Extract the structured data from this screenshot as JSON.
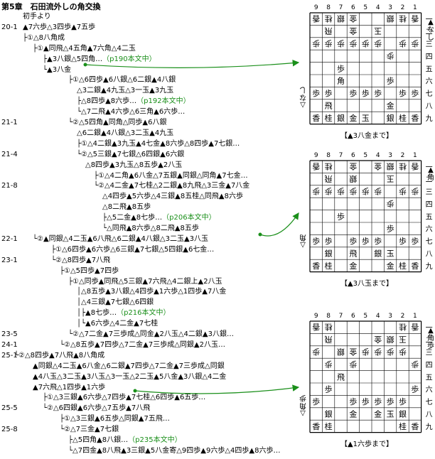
{
  "title": "第5章　石田流外しの角交換",
  "lines": [
    {
      "label": "",
      "indent": 32,
      "text": "初手より"
    },
    {
      "label": "20-1",
      "indent": 32,
      "text": "▲7六歩△3四歩▲7五歩"
    },
    {
      "label": "",
      "indent": 32,
      "text": "├①△8八角成"
    },
    {
      "label": "",
      "indent": 46,
      "text": "├①▲同飛△4五角▲7六角△4二玉"
    },
    {
      "label": "",
      "indent": 60,
      "text": "├▲3八銀△5四角…",
      "ref": "（p190本文中）"
    },
    {
      "label": "",
      "indent": 60,
      "text": "└▲3八金"
    },
    {
      "label": "",
      "indent": 96,
      "text": "├①△6四歩▲6八銀△6二銀▲4八銀"
    },
    {
      "label": "",
      "indent": 108,
      "text": "△3二銀▲4九玉△3一玉▲3九玉"
    },
    {
      "label": "",
      "indent": 108,
      "text": "├△8四歩▲8六歩…",
      "ref": "（p192本文中）"
    },
    {
      "label": "",
      "indent": 108,
      "text": "└△7二飛▲4六歩△6三角▲6六歩…"
    },
    {
      "label": "21-1",
      "indent": 96,
      "text": "└②△5四角▲同角△同歩▲6八銀"
    },
    {
      "label": "",
      "indent": 108,
      "text": "△6二銀▲4八銀△3二玉▲4九玉"
    },
    {
      "label": "",
      "indent": 108,
      "text": "├①△4二銀▲3九玉▲4七金▲8六歩△8四歩▲7七銀…"
    },
    {
      "label": "21-4",
      "indent": 108,
      "text": "└②△5三銀▲7七銀△6四銀▲6六銀"
    },
    {
      "label": "",
      "indent": 120,
      "text": "△8四歩▲3九玉△8五歩▲2八玉"
    },
    {
      "label": "",
      "indent": 132,
      "text": "├①△4二角▲6八金△7五銀▲同銀△同角▲7七金…"
    },
    {
      "label": "21-8",
      "indent": 132,
      "text": "└②△4二金▲7七桂△2二銀▲8九飛△3三金▲7八金"
    },
    {
      "label": "",
      "indent": 144,
      "text": "△4四歩▲5六歩△4三銀▲8五桂△同飛▲8六歩"
    },
    {
      "label": "",
      "indent": 144,
      "text": "△8二飛▲8五歩"
    },
    {
      "label": "",
      "indent": 144,
      "text": "├△5二金▲8七歩…",
      "ref": "（p206本文中）"
    },
    {
      "label": "",
      "indent": 144,
      "text": "└△同飛▲8六歩△8二飛▲8五歩"
    },
    {
      "label": "22-1",
      "indent": 46,
      "text": "└②▲同銀△4二玉▲6八飛△6二銀▲4八銀△3二玉▲3八玉"
    },
    {
      "label": "",
      "indent": 72,
      "text": "├①△6四歩▲6六歩△6三銀▲7七銀△5四銀▲6七金…"
    },
    {
      "label": "23-1",
      "indent": 72,
      "text": "└②△8四歩▲7八飛"
    },
    {
      "label": "",
      "indent": 84,
      "text": "├①△5四歩▲7四歩"
    },
    {
      "label": "",
      "indent": 96,
      "text": "├①△同歩▲同飛△5三銀▲7六飛△4二銀上▲2八玉"
    },
    {
      "label": "",
      "indent": 108,
      "text": "│△8五歩▲3八銀△4四歩▲1六歩△1四歩▲7八金"
    },
    {
      "label": "",
      "indent": 108,
      "text": "│△4三銀▲7七銀△6四銀"
    },
    {
      "label": "",
      "indent": 108,
      "text": "│├▲8七歩…",
      "ref": "（p216本文中）"
    },
    {
      "label": "",
      "indent": 108,
      "text": "│└▲6六歩△4二金▲7七桂"
    },
    {
      "label": "23-5",
      "indent": 96,
      "text": "└②△7二金▲7三歩成△同金▲2八玉△4二銀▲3八銀…"
    },
    {
      "label": "24-1",
      "indent": 84,
      "text": "└②△8五歩▲7四歩△7二金▲7三歩成△同銀▲2八玉…"
    },
    {
      "label": "25-1",
      "indent": 20,
      "text": "└②△8四歩▲7八飛▲8八角成"
    },
    {
      "label": "",
      "indent": 46,
      "text": "▲同銀△4二玉▲6八金△6二銀▲7四歩△7二金▲7三歩成△同銀"
    },
    {
      "label": "",
      "indent": 46,
      "text": "▲4八玉△3二玉▲3八玉△3一玉△2二玉▲5八金▲3八銀△4二金"
    },
    {
      "label": "",
      "indent": 46,
      "text": "▲7六飛△1四歩▲1六歩"
    },
    {
      "label": "",
      "indent": 60,
      "text": "├①△3三銀▲6六歩△7四歩▲7七桂△6四歩▲6五歩…"
    },
    {
      "label": "25-5",
      "indent": 60,
      "text": "└②△6四銀▲6六歩△7五歩▲7八飛"
    },
    {
      "label": "",
      "indent": 84,
      "text": "├①△3三銀▲6五歩△同銀▲7五飛…"
    },
    {
      "label": "25-8",
      "indent": 84,
      "text": "└②△7三金▲7七銀"
    },
    {
      "label": "",
      "indent": 96,
      "text": "├△5四角▲8八銀…",
      "ref": "（p235本文中）"
    },
    {
      "label": "",
      "indent": 96,
      "text": "└△7四金▲8八飛▲3三銀▲5八金寄△9四歩▲9六歩△4四歩▲8六歩…"
    }
  ],
  "boards": [
    {
      "caption": "【▲3八金まで】",
      "files": [
        "9",
        "8",
        "7",
        "6",
        "5",
        "4",
        "3",
        "2",
        "1"
      ],
      "ranks": [
        "一",
        "二",
        "三",
        "四",
        "五",
        "六",
        "七",
        "八",
        "九"
      ],
      "black_hand": "▲なし",
      "white_hand": "△なし",
      "pieces": [
        {
          "r": 0,
          "c": 0,
          "p": "香",
          "o": "w"
        },
        {
          "r": 0,
          "c": 1,
          "p": "桂",
          "o": "w"
        },
        {
          "r": 0,
          "c": 2,
          "p": "銀",
          "o": "w"
        },
        {
          "r": 0,
          "c": 3,
          "p": "金",
          "o": "w"
        },
        {
          "r": 0,
          "c": 6,
          "p": "銀",
          "o": "w"
        },
        {
          "r": 0,
          "c": 7,
          "p": "桂",
          "o": "w"
        },
        {
          "r": 0,
          "c": 8,
          "p": "香",
          "o": "w"
        },
        {
          "r": 1,
          "c": 1,
          "p": "飛",
          "o": "w"
        },
        {
          "r": 1,
          "c": 5,
          "p": "玉",
          "o": "w"
        },
        {
          "r": 1,
          "c": 3,
          "p": "金",
          "o": "w"
        },
        {
          "r": 2,
          "c": 0,
          "p": "歩",
          "o": "w"
        },
        {
          "r": 2,
          "c": 1,
          "p": "歩",
          "o": "w"
        },
        {
          "r": 2,
          "c": 2,
          "p": "歩",
          "o": "w"
        },
        {
          "r": 2,
          "c": 3,
          "p": "歩",
          "o": "w"
        },
        {
          "r": 2,
          "c": 4,
          "p": "歩",
          "o": "w"
        },
        {
          "r": 2,
          "c": 5,
          "p": "歩",
          "o": "w"
        },
        {
          "r": 2,
          "c": 7,
          "p": "歩",
          "o": "w"
        },
        {
          "r": 2,
          "c": 8,
          "p": "歩",
          "o": "w"
        },
        {
          "r": 3,
          "c": 6,
          "p": "歩",
          "o": "w"
        },
        {
          "r": 4,
          "c": 2,
          "p": "歩",
          "o": "b"
        },
        {
          "r": 5,
          "c": 2,
          "p": "角",
          "o": "b"
        },
        {
          "r": 5,
          "c": 6,
          "p": "歩",
          "o": "b"
        },
        {
          "r": 6,
          "c": 0,
          "p": "歩",
          "o": "b"
        },
        {
          "r": 6,
          "c": 1,
          "p": "歩",
          "o": "b"
        },
        {
          "r": 6,
          "c": 3,
          "p": "歩",
          "o": "b"
        },
        {
          "r": 6,
          "c": 4,
          "p": "歩",
          "o": "b"
        },
        {
          "r": 6,
          "c": 5,
          "p": "歩",
          "o": "b"
        },
        {
          "r": 6,
          "c": 7,
          "p": "歩",
          "o": "b"
        },
        {
          "r": 6,
          "c": 8,
          "p": "歩",
          "o": "b"
        },
        {
          "r": 7,
          "c": 1,
          "p": "飛",
          "o": "b"
        },
        {
          "r": 7,
          "c": 6,
          "p": "金",
          "o": "b"
        },
        {
          "r": 8,
          "c": 0,
          "p": "香",
          "o": "b"
        },
        {
          "r": 8,
          "c": 1,
          "p": "桂",
          "o": "b"
        },
        {
          "r": 8,
          "c": 2,
          "p": "銀",
          "o": "b"
        },
        {
          "r": 8,
          "c": 3,
          "p": "金",
          "o": "b"
        },
        {
          "r": 8,
          "c": 4,
          "p": "玉",
          "o": "b"
        },
        {
          "r": 8,
          "c": 6,
          "p": "銀",
          "o": "b"
        },
        {
          "r": 8,
          "c": 7,
          "p": "桂",
          "o": "b"
        },
        {
          "r": 8,
          "c": 8,
          "p": "香",
          "o": "b"
        }
      ]
    },
    {
      "caption": "【▲3八玉まで】",
      "files": [
        "9",
        "8",
        "7",
        "6",
        "5",
        "4",
        "3",
        "2",
        "1"
      ],
      "ranks": [
        "一",
        "二",
        "三",
        "四",
        "五",
        "六",
        "七",
        "八",
        "九"
      ],
      "black_hand": "▲角",
      "white_hand": "△角",
      "pieces": [
        {
          "r": 0,
          "c": 0,
          "p": "香",
          "o": "w"
        },
        {
          "r": 0,
          "c": 1,
          "p": "桂",
          "o": "w"
        },
        {
          "r": 0,
          "c": 3,
          "p": "金",
          "o": "w"
        },
        {
          "r": 0,
          "c": 5,
          "p": "金",
          "o": "w"
        },
        {
          "r": 0,
          "c": 6,
          "p": "銀",
          "o": "w"
        },
        {
          "r": 0,
          "c": 7,
          "p": "桂",
          "o": "w"
        },
        {
          "r": 0,
          "c": 8,
          "p": "香",
          "o": "w"
        },
        {
          "r": 1,
          "c": 1,
          "p": "飛",
          "o": "w"
        },
        {
          "r": 1,
          "c": 3,
          "p": "銀",
          "o": "w"
        },
        {
          "r": 1,
          "c": 6,
          "p": "玉",
          "o": "w"
        },
        {
          "r": 2,
          "c": 0,
          "p": "歩",
          "o": "w"
        },
        {
          "r": 2,
          "c": 1,
          "p": "歩",
          "o": "w"
        },
        {
          "r": 2,
          "c": 2,
          "p": "歩",
          "o": "w"
        },
        {
          "r": 2,
          "c": 3,
          "p": "歩",
          "o": "w"
        },
        {
          "r": 2,
          "c": 4,
          "p": "歩",
          "o": "w"
        },
        {
          "r": 2,
          "c": 5,
          "p": "歩",
          "o": "w"
        },
        {
          "r": 2,
          "c": 7,
          "p": "歩",
          "o": "w"
        },
        {
          "r": 2,
          "c": 8,
          "p": "歩",
          "o": "w"
        },
        {
          "r": 3,
          "c": 6,
          "p": "歩",
          "o": "w"
        },
        {
          "r": 4,
          "c": 2,
          "p": "歩",
          "o": "b"
        },
        {
          "r": 5,
          "c": 6,
          "p": "歩",
          "o": "b"
        },
        {
          "r": 6,
          "c": 0,
          "p": "歩",
          "o": "b"
        },
        {
          "r": 6,
          "c": 1,
          "p": "歩",
          "o": "b"
        },
        {
          "r": 6,
          "c": 3,
          "p": "歩",
          "o": "b"
        },
        {
          "r": 6,
          "c": 4,
          "p": "歩",
          "o": "b"
        },
        {
          "r": 6,
          "c": 5,
          "p": "歩",
          "o": "b"
        },
        {
          "r": 6,
          "c": 7,
          "p": "歩",
          "o": "b"
        },
        {
          "r": 6,
          "c": 8,
          "p": "歩",
          "o": "b"
        },
        {
          "r": 7,
          "c": 1,
          "p": "銀",
          "o": "b"
        },
        {
          "r": 7,
          "c": 3,
          "p": "飛",
          "o": "b"
        },
        {
          "r": 7,
          "c": 6,
          "p": "玉",
          "o": "b"
        },
        {
          "r": 7,
          "c": 5,
          "p": "銀",
          "o": "b"
        },
        {
          "r": 8,
          "c": 0,
          "p": "香",
          "o": "b"
        },
        {
          "r": 8,
          "c": 1,
          "p": "桂",
          "o": "b"
        },
        {
          "r": 8,
          "c": 3,
          "p": "金",
          "o": "b"
        },
        {
          "r": 8,
          "c": 6,
          "p": "金",
          "o": "b"
        },
        {
          "r": 8,
          "c": 7,
          "p": "桂",
          "o": "b"
        },
        {
          "r": 8,
          "c": 8,
          "p": "香",
          "o": "b"
        }
      ]
    },
    {
      "caption": "【▲1六歩まで】",
      "files": [
        "9",
        "8",
        "7",
        "6",
        "5",
        "4",
        "3",
        "2",
        "1"
      ],
      "ranks": [
        "一",
        "二",
        "三",
        "四",
        "五",
        "六",
        "七",
        "八",
        "九"
      ],
      "black_hand": "▲角歩",
      "white_hand": "△角歩",
      "pieces": [
        {
          "r": 0,
          "c": 0,
          "p": "香",
          "o": "w"
        },
        {
          "r": 0,
          "c": 1,
          "p": "桂",
          "o": "w"
        },
        {
          "r": 0,
          "c": 7,
          "p": "桂",
          "o": "w"
        },
        {
          "r": 0,
          "c": 8,
          "p": "香",
          "o": "w"
        },
        {
          "r": 1,
          "c": 1,
          "p": "飛",
          "o": "w"
        },
        {
          "r": 1,
          "c": 5,
          "p": "金",
          "o": "w"
        },
        {
          "r": 1,
          "c": 6,
          "p": "銀",
          "o": "w"
        },
        {
          "r": 1,
          "c": 7,
          "p": "玉",
          "o": "w"
        },
        {
          "r": 2,
          "c": 0,
          "p": "歩",
          "o": "w"
        },
        {
          "r": 2,
          "c": 2,
          "p": "銀",
          "o": "w"
        },
        {
          "r": 2,
          "c": 3,
          "p": "金",
          "o": "w"
        },
        {
          "r": 2,
          "c": 4,
          "p": "歩",
          "o": "w"
        },
        {
          "r": 2,
          "c": 5,
          "p": "歩",
          "o": "w"
        },
        {
          "r": 2,
          "c": 6,
          "p": "歩",
          "o": "w"
        },
        {
          "r": 2,
          "c": 7,
          "p": "歩",
          "o": "w"
        },
        {
          "r": 3,
          "c": 1,
          "p": "歩",
          "o": "w"
        },
        {
          "r": 3,
          "c": 3,
          "p": "歩",
          "o": "w"
        },
        {
          "r": 3,
          "c": 8,
          "p": "歩",
          "o": "w"
        },
        {
          "r": 4,
          "c": 2,
          "p": "飛",
          "o": "b"
        },
        {
          "r": 5,
          "c": 1,
          "p": "歩",
          "o": "b"
        },
        {
          "r": 5,
          "c": 8,
          "p": "歩",
          "o": "b"
        },
        {
          "r": 6,
          "c": 0,
          "p": "歩",
          "o": "b"
        },
        {
          "r": 6,
          "c": 3,
          "p": "歩",
          "o": "b"
        },
        {
          "r": 6,
          "c": 4,
          "p": "歩",
          "o": "b"
        },
        {
          "r": 6,
          "c": 5,
          "p": "歩",
          "o": "b"
        },
        {
          "r": 6,
          "c": 6,
          "p": "歩",
          "o": "b"
        },
        {
          "r": 6,
          "c": 7,
          "p": "歩",
          "o": "b"
        },
        {
          "r": 7,
          "c": 1,
          "p": "銀",
          "o": "b"
        },
        {
          "r": 7,
          "c": 3,
          "p": "金",
          "o": "b"
        },
        {
          "r": 7,
          "c": 6,
          "p": "玉",
          "o": "b"
        },
        {
          "r": 7,
          "c": 5,
          "p": "金",
          "o": "b"
        },
        {
          "r": 7,
          "c": 7,
          "p": "銀",
          "o": "b"
        },
        {
          "r": 8,
          "c": 0,
          "p": "香",
          "o": "b"
        },
        {
          "r": 8,
          "c": 1,
          "p": "桂",
          "o": "b"
        },
        {
          "r": 8,
          "c": 7,
          "p": "桂",
          "o": "b"
        },
        {
          "r": 8,
          "c": 8,
          "p": "香",
          "o": "b"
        }
      ]
    }
  ]
}
